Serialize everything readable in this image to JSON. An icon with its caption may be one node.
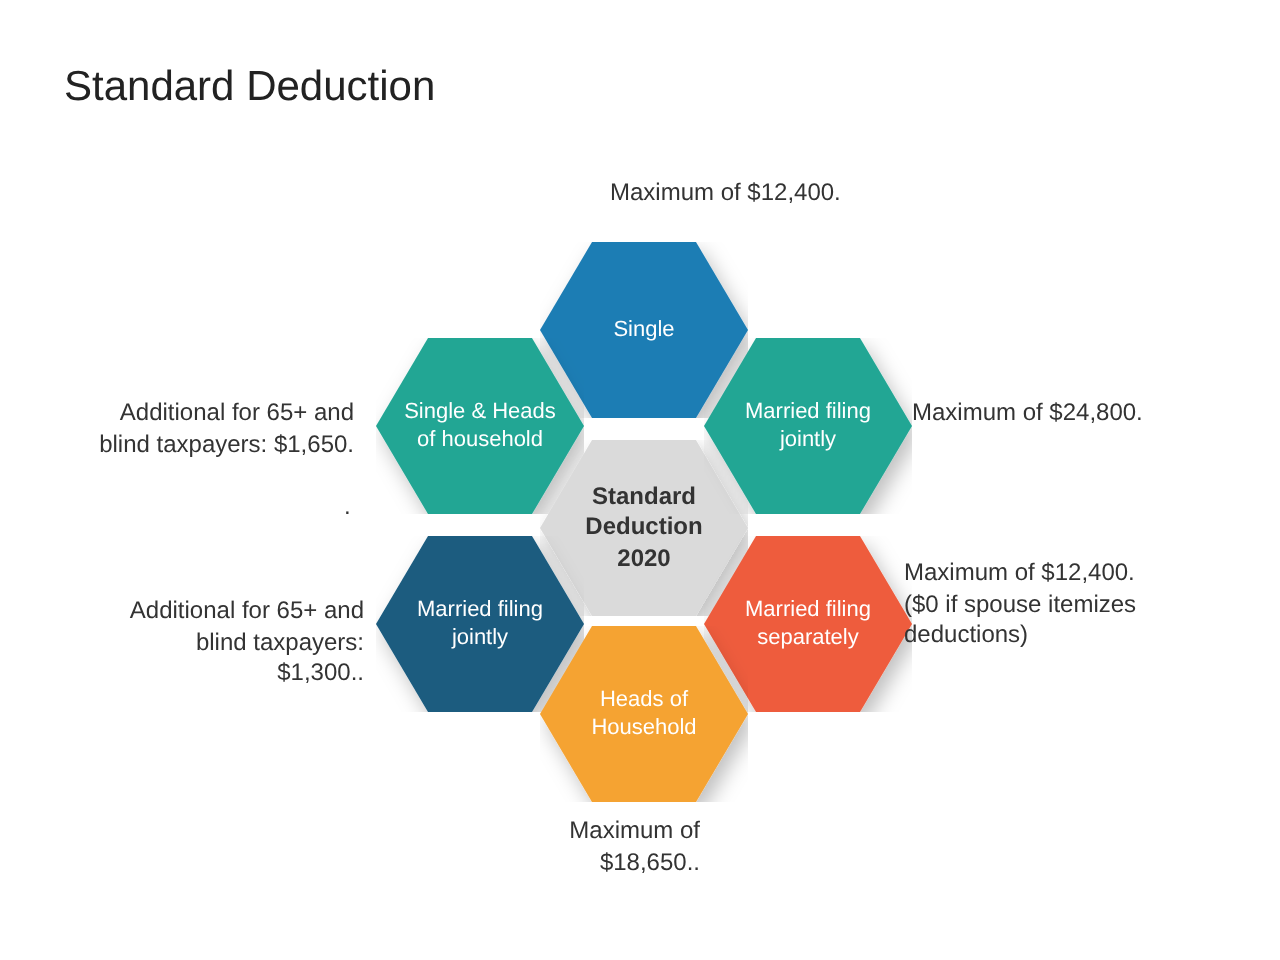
{
  "diagram": {
    "title": "Standard Deduction",
    "nodes": [
      {
        "text": [
          "Single"
        ],
        "beside": [
          "Maximum of $12,400."
        ]
      },
      {
        "text": [
          "Single & Heads of household"
        ],
        "beside": [
          "Additional for 65+ and blind taxpayers: $1,650."
        ]
      },
      {
        "text": [
          "Standard Deduction 2020"
        ]
      },
      {
        "text": [
          "Married filing jointly"
        ],
        "beside": [
          "Maximum of $24,800."
        ]
      },
      {
        "text": [
          "Married filing jointly"
        ],
        "beside": [
          "Additional for 65+ and blind taxpayers: $1,300.."
        ]
      },
      {
        "text": [
          "Married filing separately"
        ],
        "beside": [
          "Maximum of $12,400. ($0 if spouse itemizes deductions)"
        ]
      },
      {
        "text": [
          "Heads of Household"
        ],
        "beside": [
          "Maximum of $18,650.."
        ]
      }
    ],
    "labels": [
      "."
    ]
  }
}
